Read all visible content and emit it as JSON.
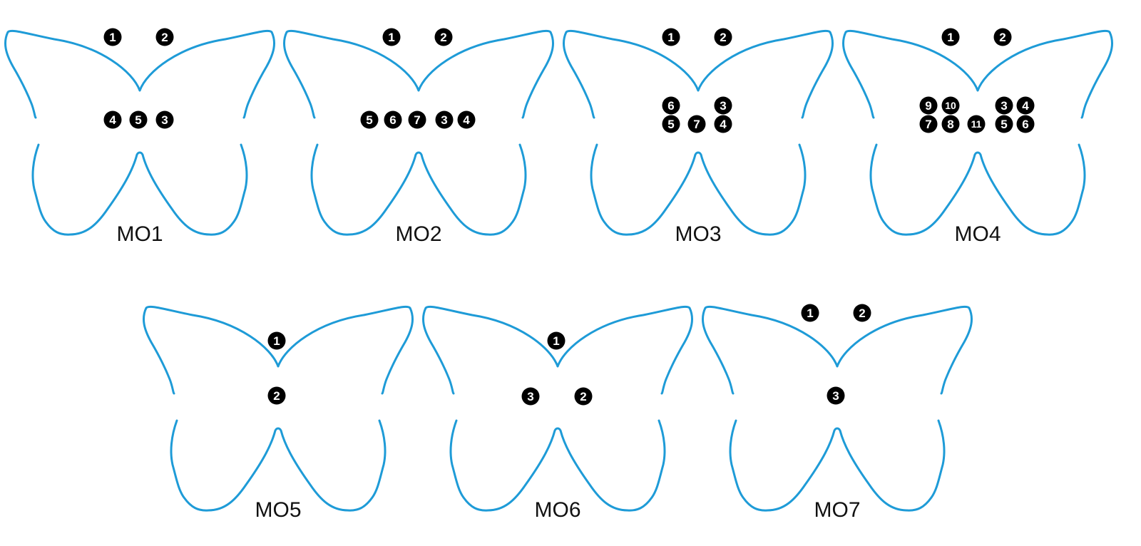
{
  "colors": {
    "outline": "#1e9bd7",
    "marker": "#000000",
    "marker_text": "#ffffff",
    "caption": "#111111"
  },
  "figures": [
    {
      "label": "MO1",
      "markers": [
        "1",
        "2",
        "3",
        "4",
        "5"
      ]
    },
    {
      "label": "MO2",
      "markers": [
        "1",
        "2",
        "3",
        "4",
        "5",
        "6",
        "7"
      ]
    },
    {
      "label": "MO3",
      "markers": [
        "1",
        "2",
        "3",
        "4",
        "5",
        "6",
        "7"
      ]
    },
    {
      "label": "MO4",
      "markers": [
        "1",
        "2",
        "3",
        "4",
        "5",
        "6",
        "7",
        "8",
        "9",
        "10",
        "11"
      ]
    },
    {
      "label": "MO5",
      "markers": [
        "1",
        "2"
      ]
    },
    {
      "label": "MO6",
      "markers": [
        "1",
        "2",
        "3"
      ]
    },
    {
      "label": "MO7",
      "markers": [
        "1",
        "2",
        "3"
      ]
    }
  ]
}
